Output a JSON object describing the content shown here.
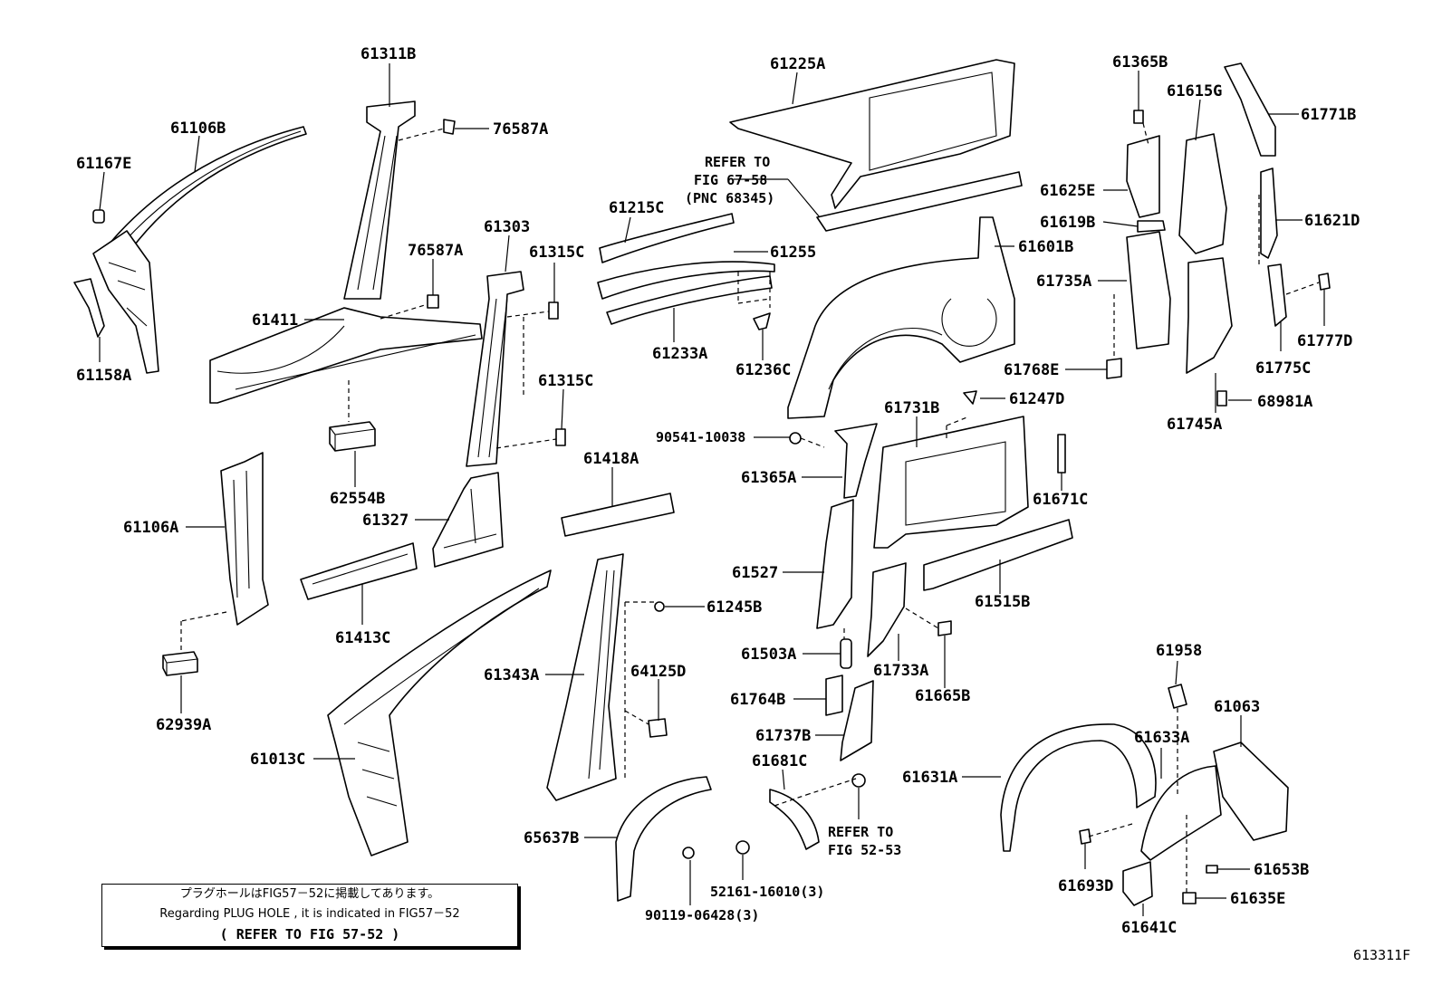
{
  "diagram": {
    "figure_id": "613311F",
    "labels": {
      "p61311B": "61311B",
      "p76587A_top": "76587A",
      "p61106B": "61106B",
      "p61167E": "61167E",
      "p61158A": "61158A",
      "p76587A": "76587A",
      "p61411": "61411",
      "p62554B": "62554B",
      "p61106A": "61106A",
      "p62939A": "62939A",
      "p61303": "61303",
      "p61315C_top": "61315C",
      "p61315C": "61315C",
      "p61327": "61327",
      "p61413C": "61413C",
      "p61013C": "61013C",
      "p61215C": "61215C",
      "p61255": "61255",
      "p61233A": "61233A",
      "p61236C": "61236C",
      "p61225A": "61225A",
      "p61418A": "61418A",
      "p61343A": "61343A",
      "p61245B": "61245B",
      "p64125D": "64125D",
      "p65637B": "65637B",
      "p90119": "90119-06428(3)",
      "p90541": "90541-10038",
      "p61601B": "61601B",
      "p61365A": "61365A",
      "p61731B": "61731B",
      "p61247D": "61247D",
      "p61671C": "61671C",
      "p61527": "61527",
      "p61515B": "61515B",
      "p61503A": "61503A",
      "p61733A": "61733A",
      "p61665B": "61665B",
      "p61764B": "61764B",
      "p61737B": "61737B",
      "p61681C": "61681C",
      "p52161": "52161-16010(3)",
      "p61365B": "61365B",
      "p61615G": "61615G",
      "p61771B": "61771B",
      "p61625E": "61625E",
      "p61619B": "61619B",
      "p61621D": "61621D",
      "p61735A": "61735A",
      "p61777D": "61777D",
      "p61768E": "61768E",
      "p61775C": "61775C",
      "p61745A": "61745A",
      "p68981A": "68981A",
      "p61958": "61958",
      "p61063": "61063",
      "p61633A": "61633A",
      "p61631A": "61631A",
      "p61693D": "61693D",
      "p61653B": "61653B",
      "p61635E": "61635E",
      "p61641C": "61641C"
    },
    "refer_68": [
      "REFER TO",
      "FIG 67-58",
      "(PNC 68345)"
    ],
    "refer_52": [
      "REFER TO",
      "FIG 52-53"
    ],
    "note": {
      "line1": "プラグホールはFIG57－52に掲載してあります。",
      "line2": "Regarding PLUG HOLE , it is indicated in FIG57－52",
      "line3": "(   REFER TO FIG 57-52   )"
    }
  }
}
